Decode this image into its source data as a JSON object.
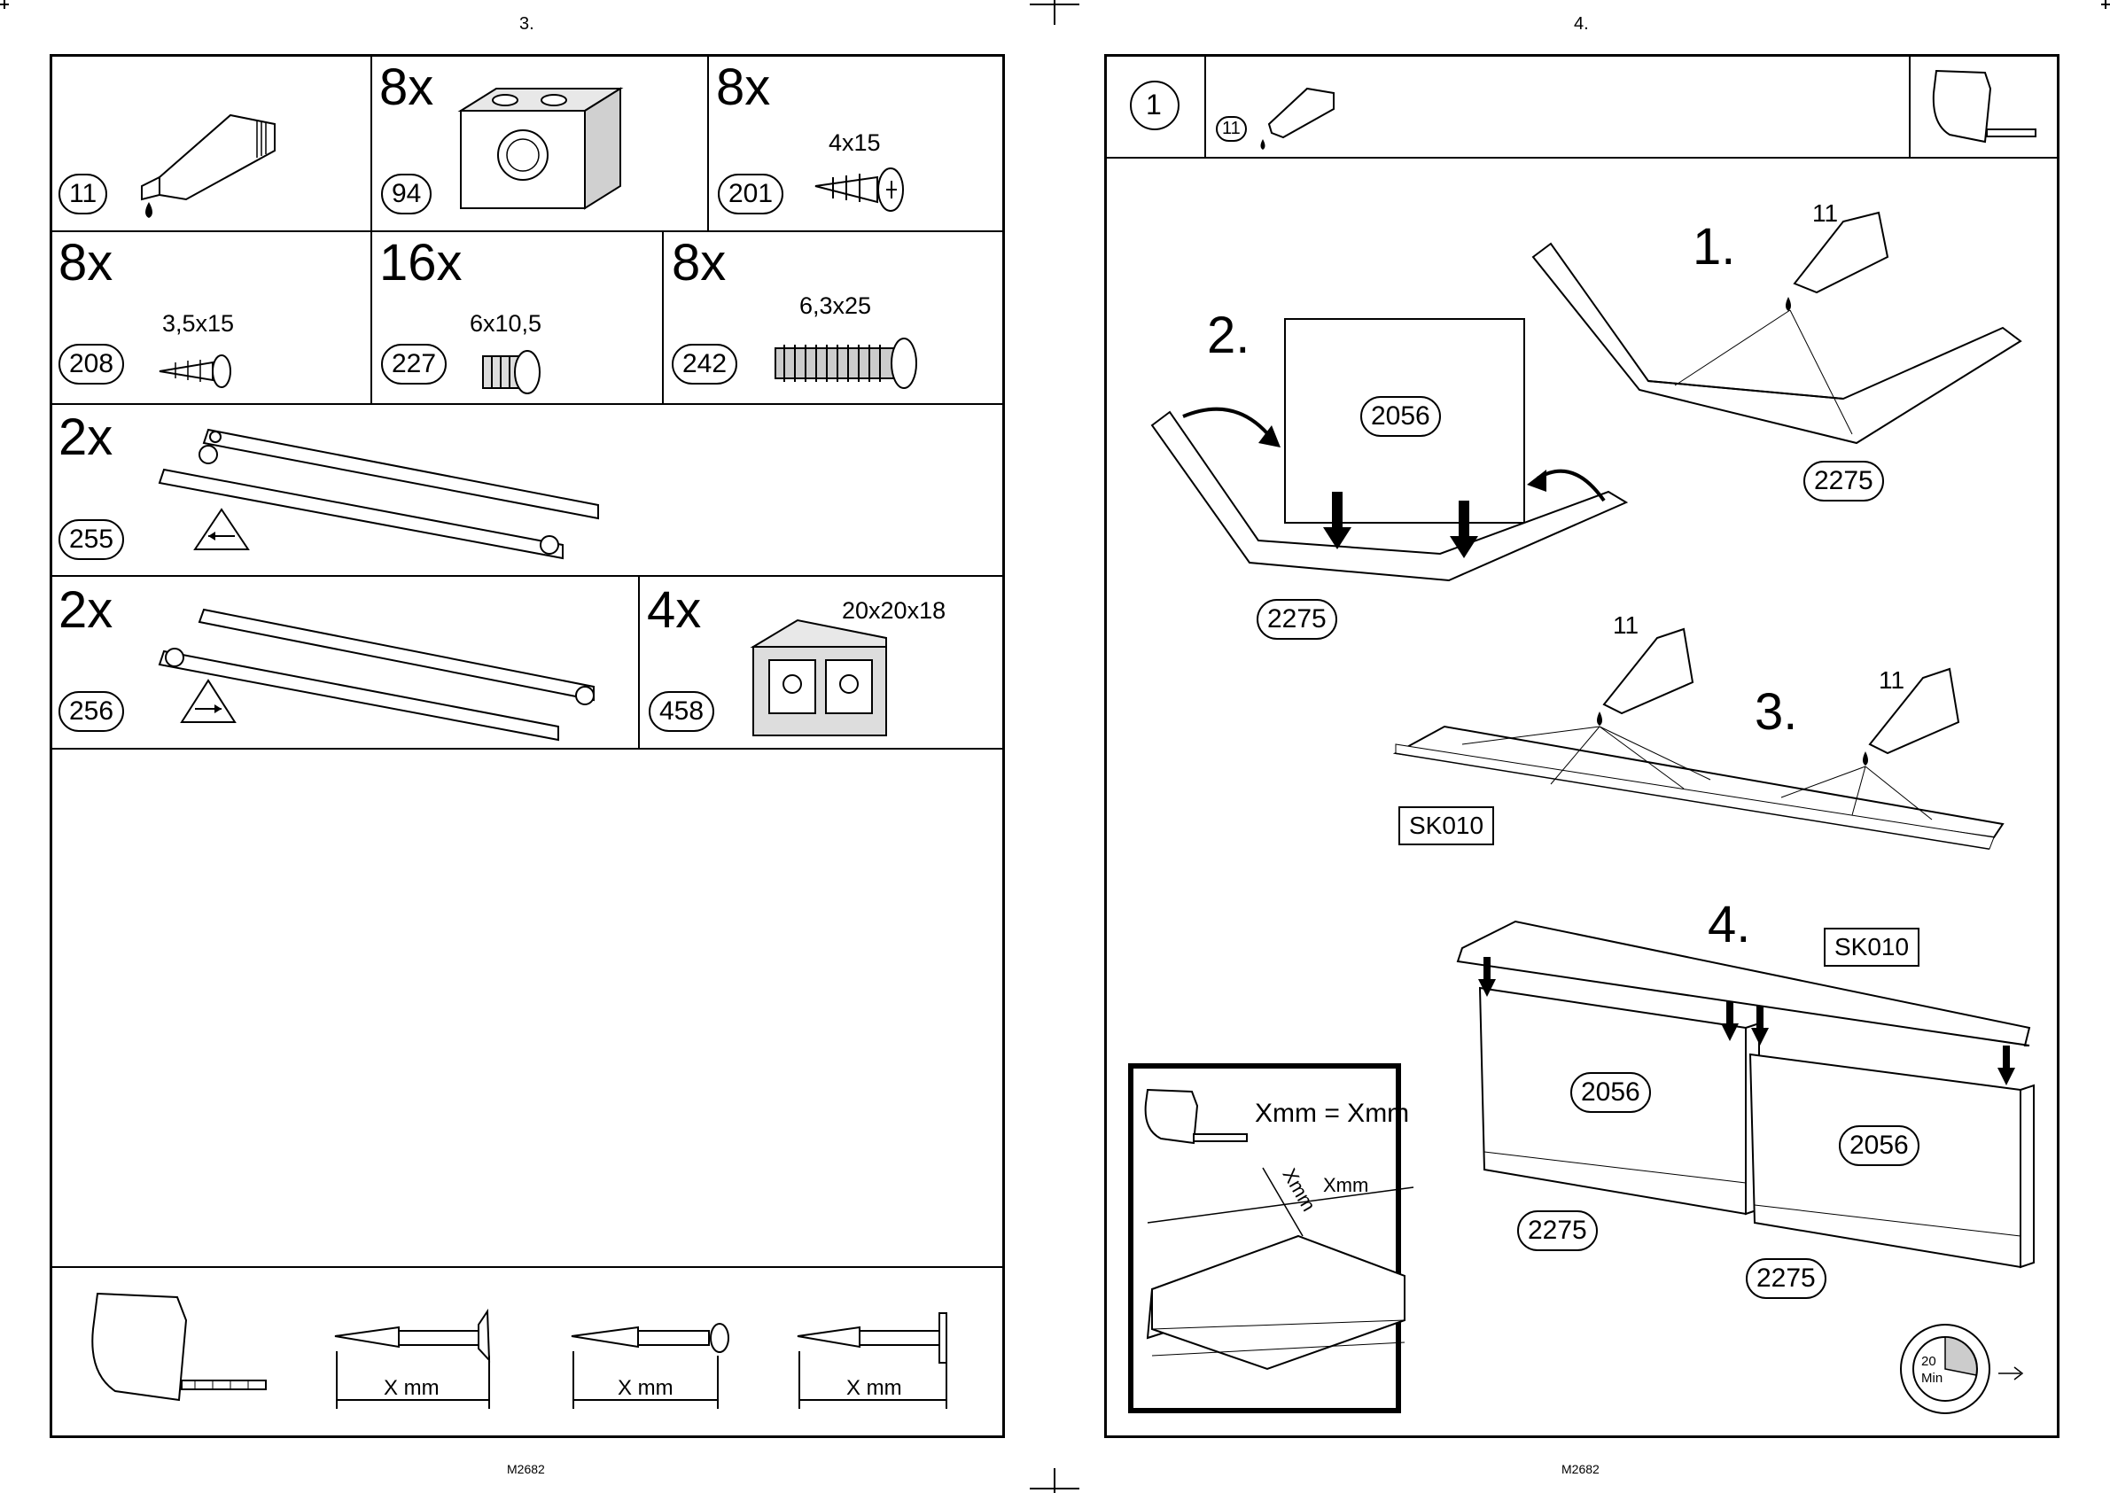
{
  "left_page": {
    "page_number": "3.",
    "footer_code": "M2682",
    "parts": [
      {
        "id": "11",
        "quantity": ""
      },
      {
        "id": "94",
        "quantity": "8x"
      },
      {
        "id": "201",
        "quantity": "8x",
        "size": "4x15"
      },
      {
        "id": "208",
        "quantity": "8x",
        "size": "3,5x15"
      },
      {
        "id": "227",
        "quantity": "16x",
        "size": "6x10,5"
      },
      {
        "id": "242",
        "quantity": "8x",
        "size": "6,3x25"
      },
      {
        "id": "255",
        "quantity": "2x"
      },
      {
        "id": "256",
        "quantity": "2x"
      },
      {
        "id": "458",
        "quantity": "4x",
        "size": "20x20x18"
      }
    ],
    "measure_labels": [
      "X mm",
      "X mm",
      "X mm"
    ]
  },
  "right_page": {
    "page_number": "4.",
    "footer_code": "M2682",
    "step_badge": "1",
    "glue_part": "11",
    "substeps": [
      {
        "number": "1.",
        "glue": "11",
        "part": "2275"
      },
      {
        "number": "2.",
        "panel": "2056",
        "part": "2275"
      },
      {
        "number": "3.",
        "glue_a": "11",
        "glue_b": "11",
        "part": "SK010"
      },
      {
        "number": "4.",
        "part": "SK010",
        "panel_a": "2056",
        "panel_b": "2056",
        "frame_a": "2275",
        "frame_b": "2275"
      }
    ],
    "inset": {
      "equation": "Xmm = Xmm",
      "diag_label": "Xmm",
      "width_label": "Xmm"
    },
    "timer": {
      "value": "20",
      "unit": "Min"
    }
  }
}
